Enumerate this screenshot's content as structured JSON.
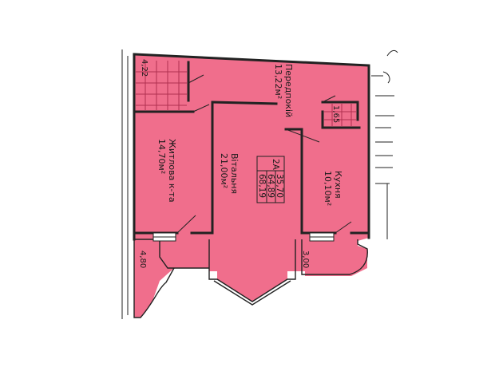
{
  "colors": {
    "room_fill": "#f06e8c",
    "wall": "#222222",
    "tile_line": "#b03050"
  },
  "rooms": {
    "hall": {
      "name": "Передпокій",
      "area": "13,22м²"
    },
    "living_room": {
      "name": "Вітальня",
      "area": "21,00м²"
    },
    "bedroom": {
      "name": "Житлова к-та",
      "area": "14,70м²"
    },
    "kitchen": {
      "name": "Кухня",
      "area": "10,10м²"
    }
  },
  "dimensions": {
    "bath": "4,22",
    "wc": "1,65",
    "balcony_left": "4,80",
    "balcony_right": "3,00"
  },
  "apartment": {
    "type": "2А",
    "living_area": "35,70",
    "usable_area": "64,89",
    "total_area": "68,19"
  }
}
